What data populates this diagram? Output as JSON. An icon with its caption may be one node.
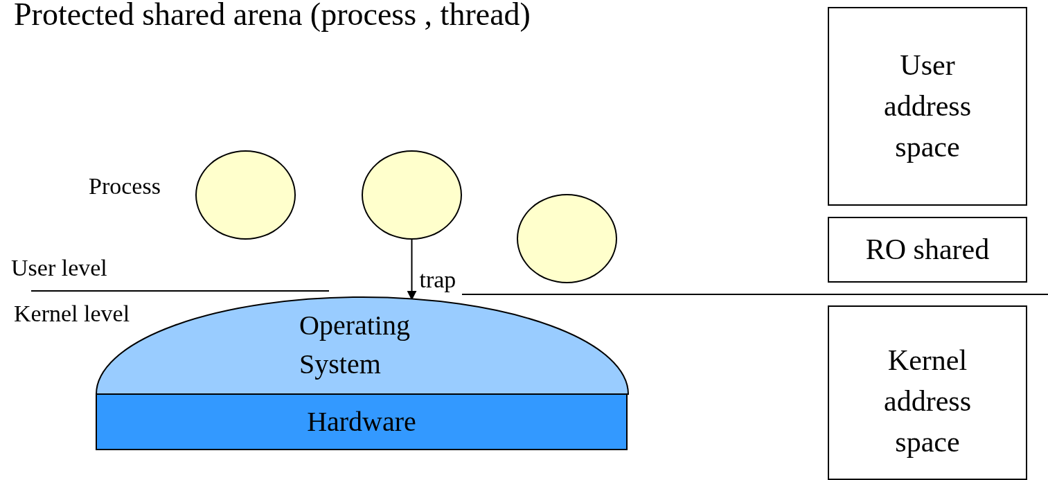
{
  "diagram": {
    "title": "Protected shared arena (process , thread)",
    "nodes": [
      {
        "text": [],
        "shape": "circle",
        "beside": [
          "Process"
        ]
      },
      {
        "text": [],
        "shape": "circle"
      },
      {
        "text": [],
        "shape": "circle"
      },
      {
        "text": [
          "Operating System"
        ]
      },
      {
        "text": [
          "Hardware"
        ]
      },
      {
        "text": [
          "User address space"
        ]
      },
      {
        "text": [
          "RO shared"
        ]
      },
      {
        "text": [
          "Kernel address space"
        ]
      }
    ],
    "edges": [
      {
        "from": 1,
        "to": 3,
        "arrow": "to",
        "label": "trap"
      }
    ],
    "labels": [
      "User level",
      "Kernel level"
    ]
  }
}
